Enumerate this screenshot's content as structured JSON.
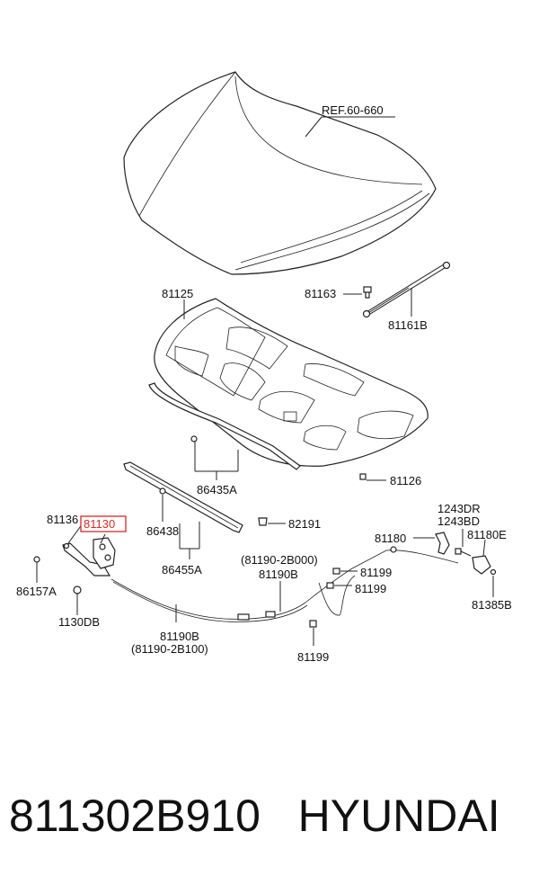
{
  "colors": {
    "highlight": "#d62a2a",
    "line": "#222222"
  },
  "labels": {
    "ref": "REF.60-660",
    "p81125": "81125",
    "p81163": "81163",
    "p81161B": "81161B",
    "p81126": "81126",
    "p86435A": "86435A",
    "p81136": "81136",
    "p81130": "81130",
    "p86438": "86438",
    "p82191": "82191",
    "p86455A": "86455A",
    "p1243DR": "1243DR",
    "p1243BD": "1243BD",
    "p81180": "81180",
    "p81180E": "81180E",
    "p81190_2B000": "(81190-2B000)",
    "p81190B_top": "81190B",
    "p81199_a": "81199",
    "p81199_b": "81199",
    "p86157A": "86157A",
    "p1130DB": "1130DB",
    "p81190B_bottom": "81190B",
    "p81190_2B100": "(81190-2B100)",
    "p81199_c": "81199",
    "p81385B": "81385B"
  },
  "caption": {
    "part_number": "811302B910",
    "brand": "HYUNDAI"
  }
}
